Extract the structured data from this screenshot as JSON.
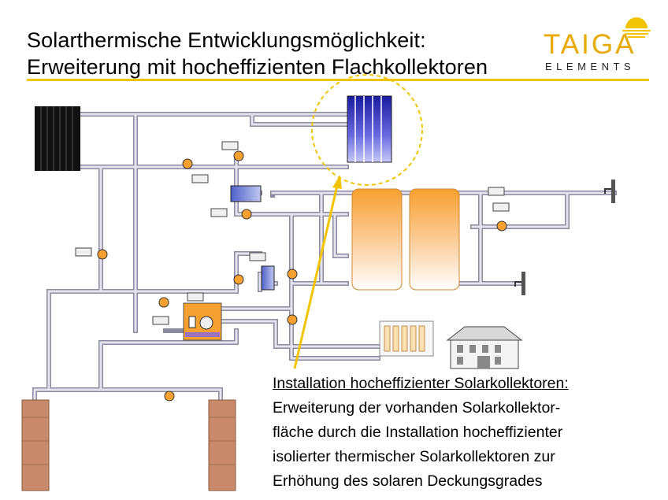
{
  "title": {
    "line1": "Solarthermische Entwicklungsmöglichkeit:",
    "line2": "Erweiterung mit hocheffizienten Flachkollektoren"
  },
  "logo": {
    "main": "TAIGA",
    "sub": "ELEMENTS"
  },
  "colors": {
    "accent_yellow": "#f2c400",
    "logo_orange": "#e8a900",
    "tank_orange": "#f7a030",
    "collector_blue": "#1a1aa0",
    "pipe_gray": "#b8b8c8"
  },
  "annotation": {
    "heading": "Installation hocheffizienter Solarkollektoren:",
    "lines": [
      "Erweiterung der vorhanden Solarkollektor-",
      "fläche durch die Installation hocheffizienter",
      "isolierter thermischer Solarkollektoren zur",
      "Erhöhung des solaren Deckungsgrades"
    ]
  },
  "icons": [
    "existing-solar-collector-icon",
    "new-flat-collector-icon",
    "heat-exchanger-icon",
    "pump-icon",
    "controller-icon",
    "storage-tank-icon",
    "heat-pump-icon",
    "radiator-icon",
    "house-icon",
    "tap-icon",
    "ground-probe-icon"
  ]
}
